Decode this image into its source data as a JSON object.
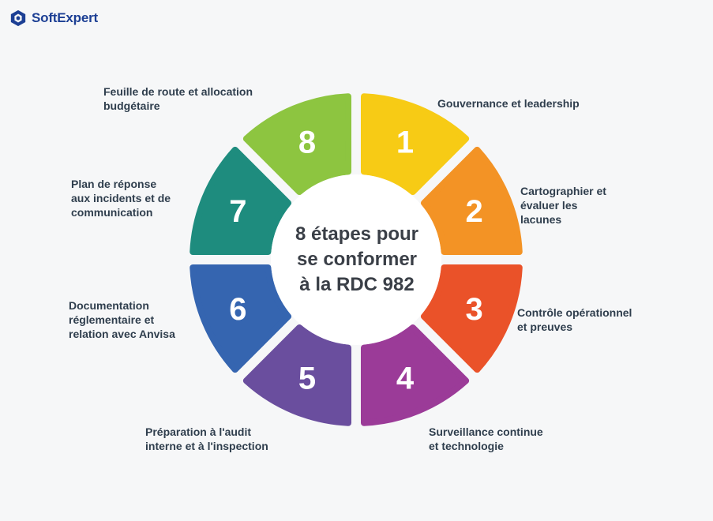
{
  "brand": {
    "name": "SoftExpert",
    "logo_color": "#1c3f94"
  },
  "center_title": "8 étapes pour\nse conformer\nà la RDC 982",
  "steps": [
    {
      "number": "1",
      "label": "Gouvernance et leadership",
      "color": "#f7cb15"
    },
    {
      "number": "2",
      "label": "Cartographier et\névaluer les\nlacunes",
      "color": "#f39325"
    },
    {
      "number": "3",
      "label": "Contrôle opérationnel\net preuves",
      "color": "#ea5229"
    },
    {
      "number": "4",
      "label": "Surveillance continue\net technologie",
      "color": "#9b3b98"
    },
    {
      "number": "5",
      "label": "Préparation à l'audit\ninterne et à l'inspection",
      "color": "#6a4e9e"
    },
    {
      "number": "6",
      "label": "Documentation\nréglementaire et\nrelation avec Anvisa",
      "color": "#3565b0"
    },
    {
      "number": "7",
      "label": "Plan de réponse\naux incidents et de\ncommunication",
      "color": "#1e8c7e"
    },
    {
      "number": "8",
      "label": "Feuille de route et allocation\nbudgétaire",
      "color": "#8dc540"
    }
  ]
}
